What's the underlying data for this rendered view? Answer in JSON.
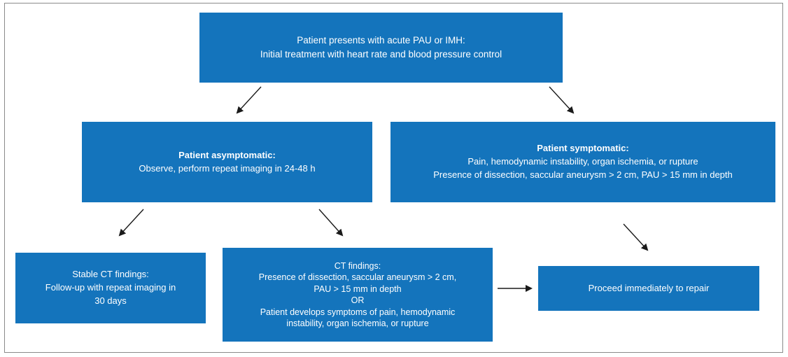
{
  "nodes": {
    "presents": {
      "line1": "Patient presents with acute PAU or IMH:",
      "line2": "Initial treatment with heart rate and blood pressure control"
    },
    "asymptomatic": {
      "title": "Patient asymptomatic:",
      "line1": "Observe, perform repeat imaging in 24-48 h"
    },
    "symptomatic": {
      "title": "Patient symptomatic:",
      "line1": "Pain, hemodynamic instability, organ ischemia, or rupture",
      "line2": "Presence of dissection, saccular aneurysm > 2 cm, PAU > 15 mm in depth"
    },
    "stable": {
      "title": "Stable CT findings:",
      "line1": "Follow-up with repeat imaging in",
      "line2": "30 days"
    },
    "ct_findings": {
      "title": "CT findings:",
      "line1": "Presence of dissection, saccular aneurysm > 2 cm,",
      "line2": "PAU > 15 mm in depth",
      "line3": "OR",
      "line4": "Patient develops symptoms of pain, hemodynamic",
      "line5": "instability, organ ischemia, or rupture"
    },
    "repair": {
      "line1": "Proceed immediately to repair"
    }
  },
  "colors": {
    "box_fill": "#1474bc",
    "box_text": "#ffffff",
    "arrow": "#1a1a1a",
    "frame": "#8a8a8a"
  }
}
